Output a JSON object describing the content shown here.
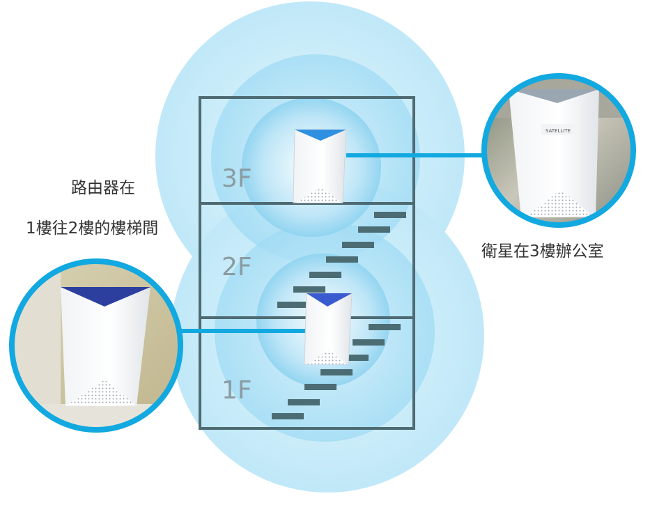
{
  "captions": {
    "router_line1": "路由器在",
    "router_line2": "1樓往2樓的樓梯間",
    "satellite": "衛星在3樓辦公室"
  },
  "floors": {
    "third": "3F",
    "second": "2F",
    "first": "1F"
  },
  "device_labels": {
    "satellite_tag": "SATELLITE"
  },
  "colors": {
    "signal_light": "#c9ebf8",
    "signal_mid": "#a6def5",
    "connector": "#12a8e0",
    "building_line": "#4e6a72",
    "stair": "#4c6c74",
    "floor_label": "#8a9ba2",
    "router_accent_blue": "#3a5bd0",
    "satellite_accent_blue": "#2f8fe0"
  }
}
